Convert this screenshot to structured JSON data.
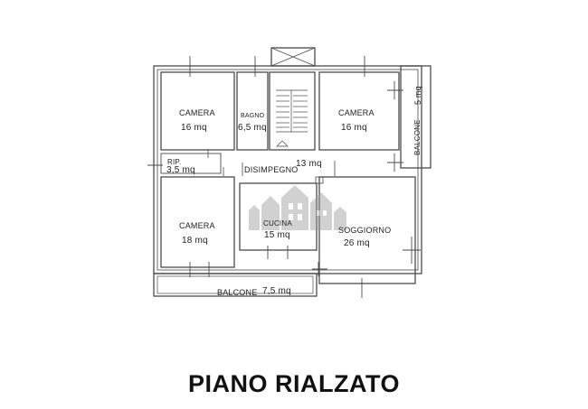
{
  "floor_plan": {
    "title": "PIANO RIALZATO",
    "rooms": [
      {
        "id": "camera-nw",
        "name": "CAMERA",
        "area": "16 mq"
      },
      {
        "id": "bagno",
        "name": "BAGNO",
        "area": "6,5 mq"
      },
      {
        "id": "camera-ne",
        "name": "CAMERA",
        "area": "16 mq"
      },
      {
        "id": "balcone-e",
        "name": "BALCONE",
        "area": "5 mq"
      },
      {
        "id": "rip",
        "name": "RIP.",
        "area": "3,5 mq"
      },
      {
        "id": "disimpegno",
        "name": "DISIMPEGNO",
        "area": "13 mq"
      },
      {
        "id": "camera-sw",
        "name": "CAMERA",
        "area": "18 mq"
      },
      {
        "id": "cucina",
        "name": "CUCINA",
        "area": "15 mq"
      },
      {
        "id": "soggiorno",
        "name": "SOGGIORNO",
        "area": "26 mq"
      },
      {
        "id": "balcone-s",
        "name": "BALCONE",
        "area": "7,5 mq"
      }
    ],
    "colors": {
      "wall": "#555555",
      "line": "#444444",
      "background": "#ffffff",
      "watermark": "#9a9a9a"
    }
  }
}
